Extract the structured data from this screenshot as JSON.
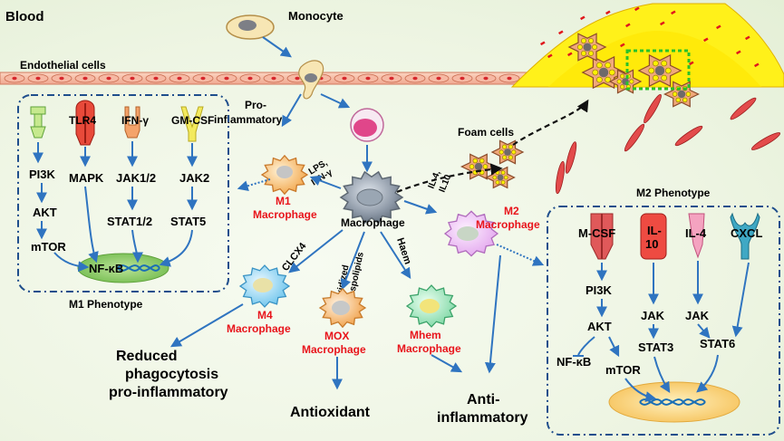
{
  "labels": {
    "blood": "Blood",
    "monocyte": "Monocyte",
    "endothelial": "Endothelial cells",
    "pro_inflammatory": [
      "Pro-",
      "inflammatory"
    ],
    "foam_cells": "Foam cells",
    "lps": [
      "LPS,",
      "IFN-γ"
    ],
    "il4_il10": [
      "IL-4,",
      "IL10"
    ],
    "m1_macrophage": [
      "M1",
      "Macrophage"
    ],
    "macrophage": "Macrophage",
    "m2_macrophage": [
      "M2",
      "Macrophage"
    ],
    "clcx4": "CLCX4",
    "oxidized": [
      "Oxidized",
      "phospolipids"
    ],
    "haem": "Haem",
    "m4_macrophage": [
      "M4",
      "Macrophage"
    ],
    "mox_macrophage": [
      "MOX",
      "Macrophage"
    ],
    "mhem_macrophage": [
      "Mhem",
      "Macrophage"
    ],
    "reduced": [
      "Reduced",
      "phagocytosis",
      "pro-inflammatory"
    ],
    "antioxidant": "Antioxidant",
    "anti_inflammatory": [
      "Anti-",
      "inflammatory"
    ]
  },
  "m1_phenotype": {
    "title": "M1 Phenotype",
    "receptors": [
      "TLR4",
      "IFN-γ",
      "GM-CSF"
    ],
    "nodes": [
      "PI3K",
      "MAPK",
      "JAK1/2",
      "JAK2",
      "AKT",
      "STAT1/2",
      "STAT5",
      "mTOR",
      "NF-κB"
    ]
  },
  "m2_phenotype": {
    "title": "M2 Phenotype",
    "receptors": [
      "M-CSF",
      "IL-",
      "10",
      "IL-4",
      "CXCL"
    ],
    "nodes": [
      "PI3K",
      "AKT",
      "JAK",
      "JAK",
      "STAT3",
      "STAT6",
      "NF-κB",
      "mTOR"
    ]
  },
  "colors": {
    "red_label": "#e8141b",
    "arrow_blue": "#2f74c0",
    "box_border": "#1f4e8c",
    "nucleus": "#1a6fb5"
  }
}
